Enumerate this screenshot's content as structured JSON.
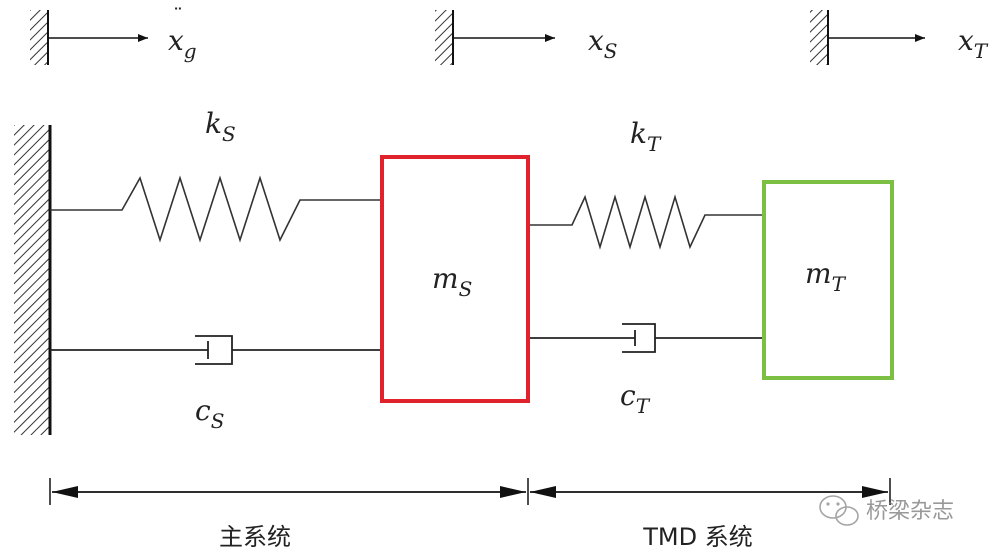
{
  "diagram": {
    "top_labels": {
      "ground_accel": {
        "base": "x",
        "sub": "g"
      },
      "main_disp": {
        "base": "x",
        "sub": "S"
      },
      "tmd_disp": {
        "base": "x",
        "sub": "T"
      }
    },
    "spring_main": {
      "base": "k",
      "sub": "S"
    },
    "spring_tmd": {
      "base": "k",
      "sub": "T"
    },
    "damper_main": {
      "base": "c",
      "sub": "S"
    },
    "damper_tmd": {
      "base": "c",
      "sub": "T"
    },
    "mass_main": {
      "base": "m",
      "sub": "S"
    },
    "mass_tmd": {
      "base": "m",
      "sub": "T"
    },
    "range_main_label": "主系统",
    "range_tmd_label": "TMD 系统",
    "colors": {
      "mass_main_border": "#e0222c",
      "mass_tmd_border": "#7bc043",
      "line": "#222222"
    }
  },
  "watermark": {
    "icon": "wechat-icon",
    "text": "桥梁杂志"
  }
}
